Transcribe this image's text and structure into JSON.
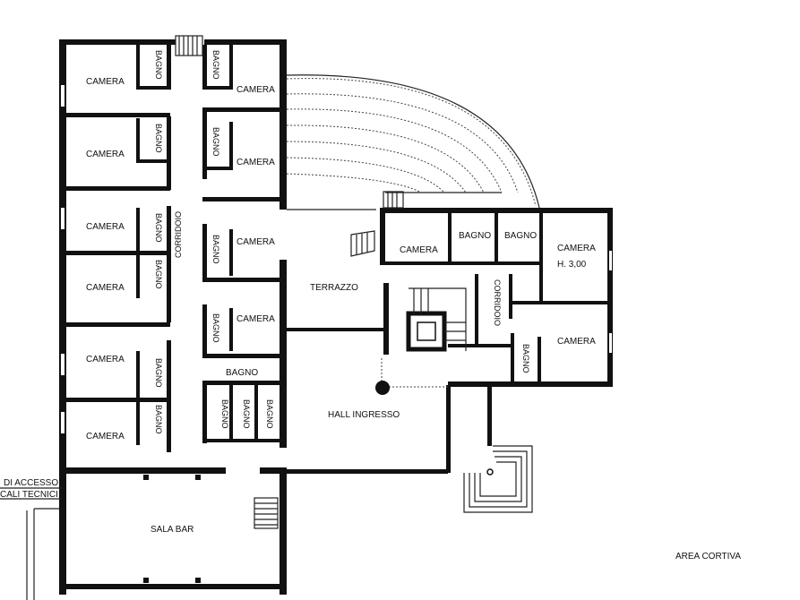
{
  "rooms": {
    "camera": "CAMERA",
    "bagno": "BAGNO",
    "corridoio": "CORRIDOIO",
    "terrazzo": "TERRAZZO",
    "hall": "HALL INGRESSO",
    "sala_bar": "SALA BAR",
    "camera_height": "H. 3,00"
  },
  "annotations": {
    "access_line1": "DI ACCESSO",
    "access_line2": "CALI TECNICI",
    "area_cortiva": "AREA CORTIVA"
  }
}
